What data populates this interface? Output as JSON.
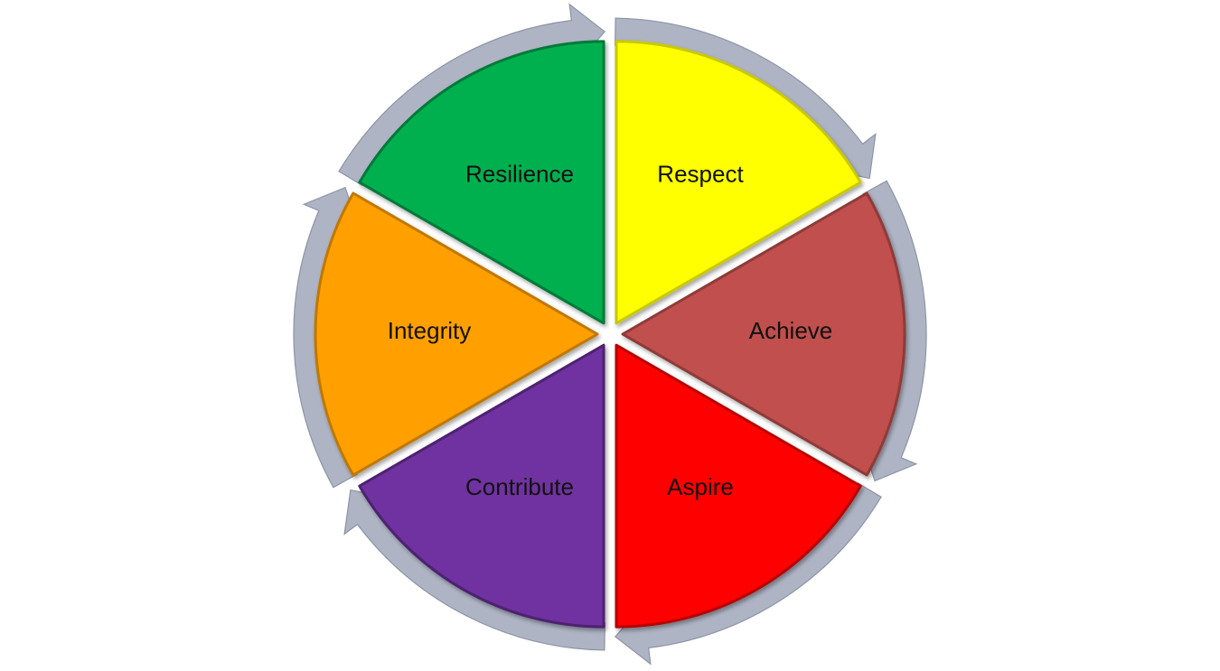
{
  "diagram": {
    "type": "cycle",
    "segments": [
      {
        "label": "Respect",
        "color": "#FFFF00",
        "edge": "#C9C900"
      },
      {
        "label": "Achieve",
        "color": "#C0504D",
        "edge": "#8E3B39"
      },
      {
        "label": "Aspire",
        "color": "#FF0000",
        "edge": "#B80000"
      },
      {
        "label": "Contribute",
        "color": "#7030A0",
        "edge": "#4E2070"
      },
      {
        "label": "Integrity",
        "color": "#FFA000",
        "edge": "#C07800"
      },
      {
        "label": "Resilience",
        "color": "#00B050",
        "edge": "#007A37"
      }
    ],
    "arrow_color": "#AEB4C4",
    "arrow_edge": "#8D94A6"
  }
}
